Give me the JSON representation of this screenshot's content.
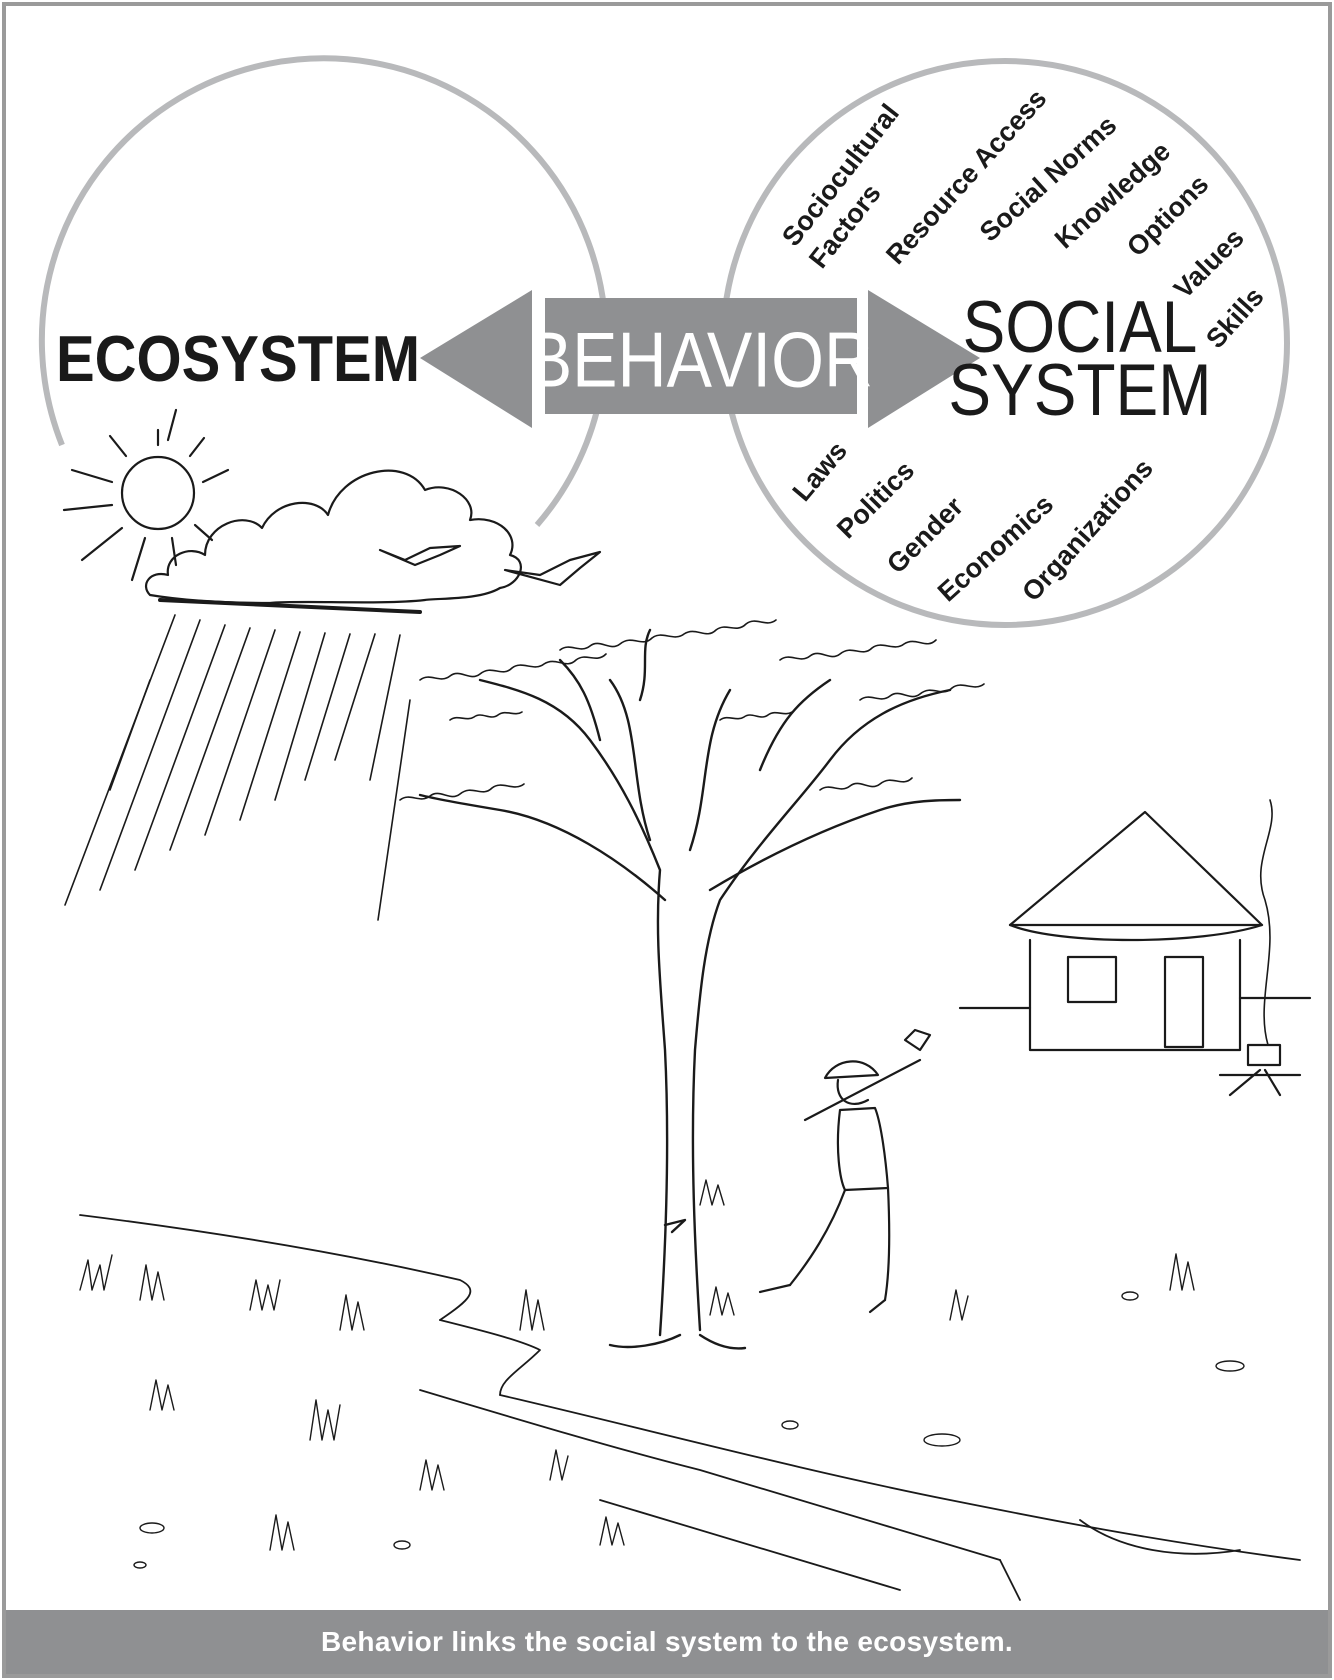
{
  "diagram": {
    "ecosystem_label": "ECOSYSTEM",
    "behavior_label": "BEHAVIOR",
    "social_system_label_line1": "SOCIAL",
    "social_system_label_line2": "SYSTEM",
    "social_factors_top": [
      {
        "line1": "Sociocultural",
        "line2": "Factors"
      },
      {
        "line1": "Resource Access"
      },
      {
        "line1": "Social Norms"
      },
      {
        "line1": "Knowledge"
      },
      {
        "line1": "Options"
      },
      {
        "line1": "Values"
      },
      {
        "line1": "Skills"
      }
    ],
    "social_factors_bottom": [
      "Laws",
      "Politics",
      "Gender",
      "Economics",
      "Organizations"
    ]
  },
  "caption": "Behavior links the social system to the ecosystem.",
  "colors": {
    "gray": "#8f9092",
    "circle_gray": "#b8b9bb",
    "ink": "#1a1a1a",
    "frame": "#9a9a9a"
  }
}
